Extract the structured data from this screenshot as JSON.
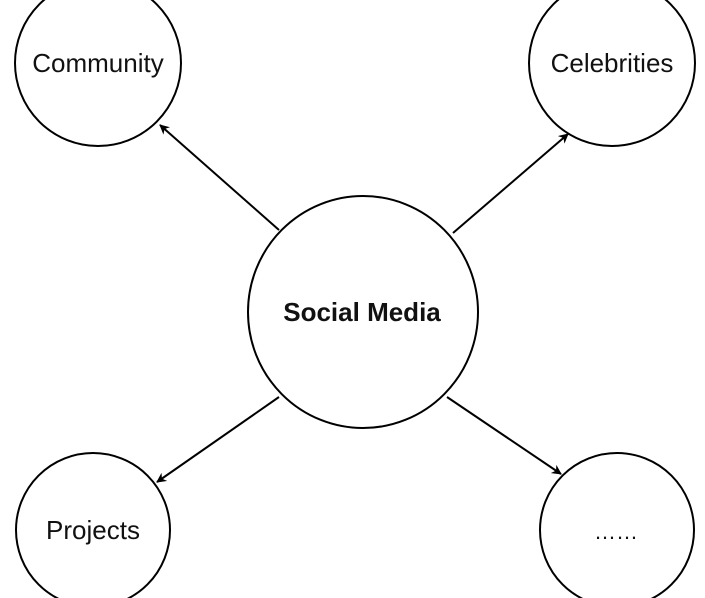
{
  "diagram": {
    "center": {
      "label": "Social Media"
    },
    "nodes": [
      {
        "id": "community",
        "label": "Community"
      },
      {
        "id": "celebrities",
        "label": "Celebrities"
      },
      {
        "id": "projects",
        "label": "Projects"
      },
      {
        "id": "more",
        "label": "……"
      }
    ],
    "edges": [
      {
        "from": "Social Media",
        "to": "Community"
      },
      {
        "from": "Social Media",
        "to": "Celebrities"
      },
      {
        "from": "Social Media",
        "to": "Projects"
      },
      {
        "from": "Social Media",
        "to": "……"
      }
    ],
    "colors": {
      "stroke": "#000000",
      "fill": "#ffffff"
    }
  }
}
